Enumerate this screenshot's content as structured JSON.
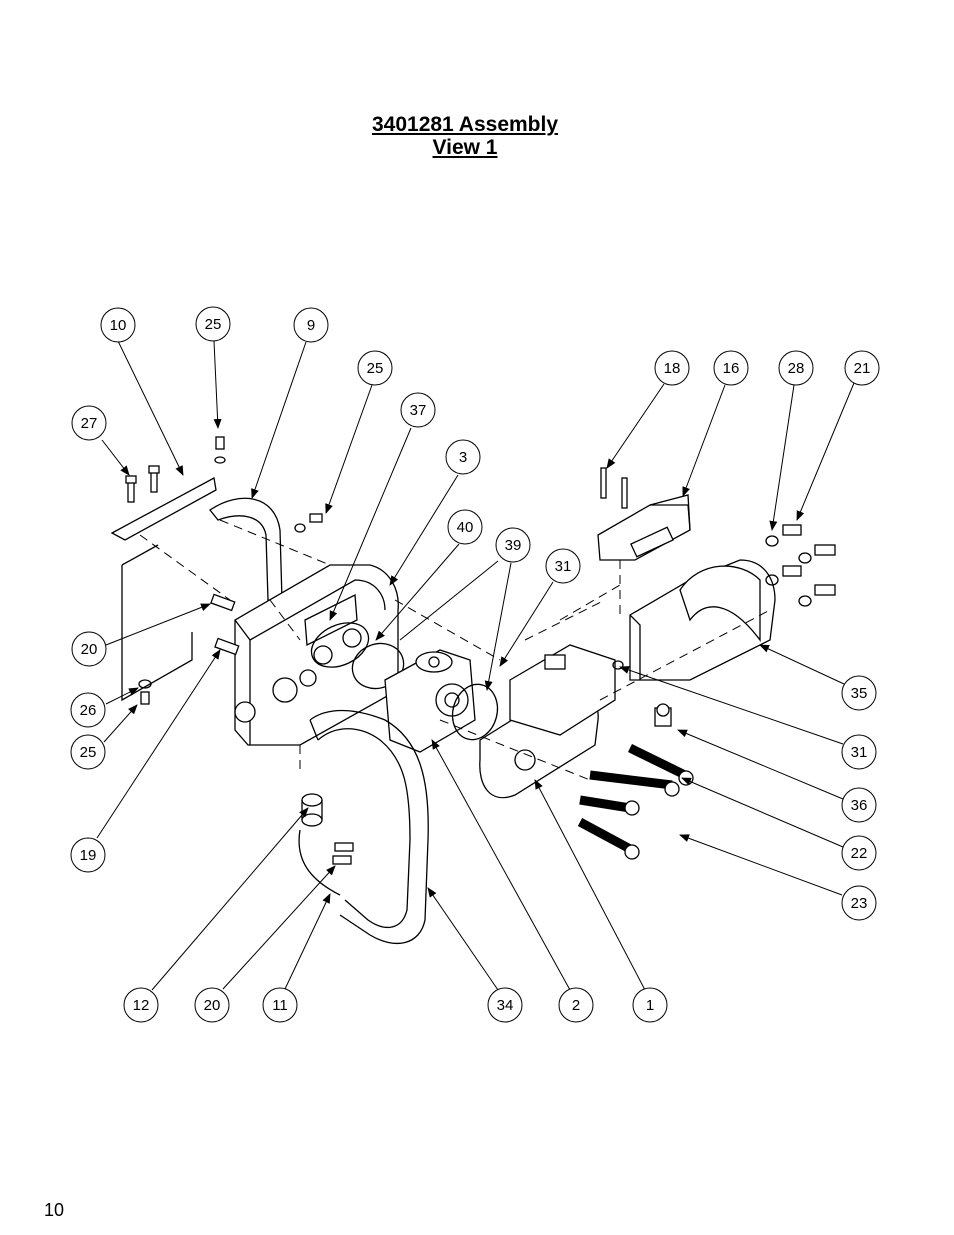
{
  "title_line1": "3401281 Assembly",
  "title_line2": "View 1",
  "page_number": "10",
  "callouts": [
    {
      "id": "c1",
      "label": "10"
    },
    {
      "id": "c2",
      "label": "25"
    },
    {
      "id": "c3",
      "label": "9"
    },
    {
      "id": "c4",
      "label": "25"
    },
    {
      "id": "c5",
      "label": "37"
    },
    {
      "id": "c6",
      "label": "27"
    },
    {
      "id": "c7",
      "label": "3"
    },
    {
      "id": "c8",
      "label": "40"
    },
    {
      "id": "c9",
      "label": "39"
    },
    {
      "id": "c10",
      "label": "31"
    },
    {
      "id": "c11",
      "label": "18"
    },
    {
      "id": "c12",
      "label": "16"
    },
    {
      "id": "c13",
      "label": "28"
    },
    {
      "id": "c14",
      "label": "21"
    },
    {
      "id": "c15",
      "label": "20"
    },
    {
      "id": "c16",
      "label": "26"
    },
    {
      "id": "c17",
      "label": "25"
    },
    {
      "id": "c18",
      "label": "19"
    },
    {
      "id": "c19",
      "label": "35"
    },
    {
      "id": "c20",
      "label": "31"
    },
    {
      "id": "c21",
      "label": "36"
    },
    {
      "id": "c22",
      "label": "22"
    },
    {
      "id": "c23",
      "label": "23"
    },
    {
      "id": "c24",
      "label": "12"
    },
    {
      "id": "c25",
      "label": "20"
    },
    {
      "id": "c26",
      "label": "11"
    },
    {
      "id": "c27",
      "label": "34"
    },
    {
      "id": "c28",
      "label": "2"
    },
    {
      "id": "c29",
      "label": "1"
    }
  ]
}
